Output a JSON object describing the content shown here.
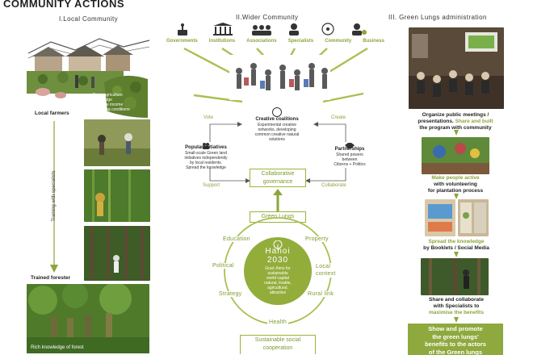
{
  "title": "COMMUNITY ACTIONS",
  "local": {
    "heading": "I.Local Community",
    "bubble": [
      "Basic agriculture",
      "knowledge",
      "Unstable income",
      "Bad living conditions"
    ],
    "local_farmers": "Local farmers",
    "training": "Training with specialists",
    "trained_forester": "Trained forester",
    "rich_knowledge": "Rich knowledge of forest"
  },
  "wider": {
    "heading": "II.Wider Community",
    "stakeholders": [
      "Governments",
      "Institutions",
      "Associations",
      "Specialists",
      "Community",
      "Business"
    ],
    "stakeholder_icons": [
      "podium-icon",
      "institution-icon",
      "associations-icon",
      "specialist-icon",
      "community-icon",
      "business-icon"
    ],
    "creative": {
      "title": "Creative coalitions",
      "desc": [
        "Experimental creative",
        "networks, developing",
        "common creative natural",
        "solutions"
      ]
    },
    "vote": "Vote",
    "create": "Create",
    "popular": {
      "title": "Popular initiatives",
      "desc": [
        "Small-scale Green land",
        "initiatives independently",
        "by local residents.",
        "Spread the knowledge"
      ]
    },
    "partnerships": {
      "title": "Partnerships",
      "desc": [
        "Shared powers",
        "between",
        "Citizens + Politics"
      ]
    },
    "support": "Support",
    "collaborate": "Collaborate",
    "collab_gov": [
      "Collaborative",
      "governance"
    ],
    "green_lungs": "Green Lungs",
    "hanoi": {
      "name": "Hanoi",
      "year": "2030",
      "desc": [
        "Goal: Aims for",
        "sustainable",
        "world capital",
        "natural, livable,",
        "agricultural,",
        "attractive"
      ]
    },
    "ring": [
      "Education",
      "Property",
      "Political",
      "Local",
      "context",
      "Strategy",
      "Rural link",
      "Health"
    ],
    "sustainable": [
      "Sustainable social",
      "cooperation"
    ]
  },
  "admin": {
    "heading": "III. Green Lungs administration",
    "step1": [
      "Organize public meetings /",
      "presentations."
    ],
    "step1_green": [
      "Share and built"
    ],
    "step1_b": "the program with community",
    "step2_green": "Make people active",
    "step2": [
      "with volunteering",
      "for plantation process"
    ],
    "step3_green": "Spread the knowledge",
    "step3": "by Booklets / Social Media",
    "step4": [
      "Share and collaborate",
      "with Specialists to"
    ],
    "step4_green": "maximise the benefits",
    "final": [
      "Show and promote",
      "the green lungs'",
      "benefits to the actors",
      "of the Green lungs"
    ]
  },
  "colors": {
    "accent": "#8ba63a",
    "accent_dark": "#7c9a2e",
    "circle": "#93ad3b",
    "final_box": "#8ea93d"
  }
}
